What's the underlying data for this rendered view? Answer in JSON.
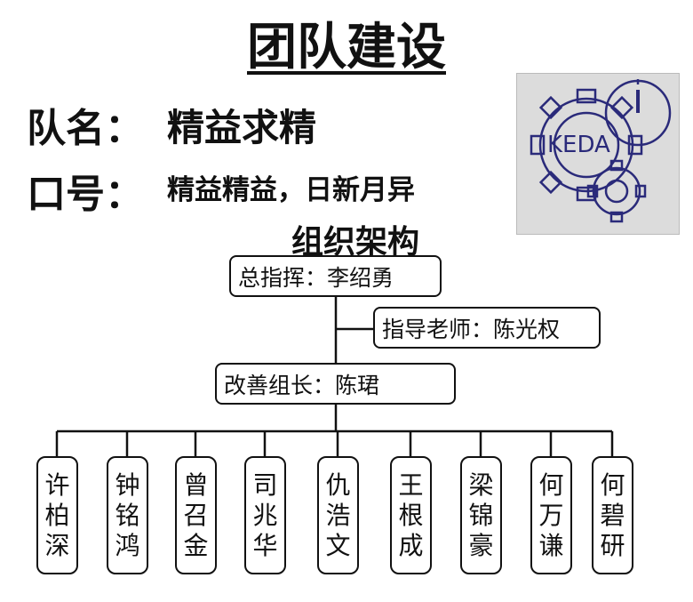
{
  "header": {
    "title": "团队建设"
  },
  "team": {
    "name_label": "队名：",
    "name_value": "精益求精",
    "slogan_label": "口号：",
    "slogan_value": "精益精益，日新月异"
  },
  "logo": {
    "text": "KEDA",
    "icon": "gear-clock-logo"
  },
  "org": {
    "title": "组织架构",
    "commander": "总指挥：李绍勇",
    "advisor": "指导老师：陈光权",
    "leader": "改善组长：陈珺",
    "members": [
      [
        "许",
        "柏",
        "深"
      ],
      [
        "钟",
        "铭",
        "鸿"
      ],
      [
        "曾",
        "召",
        "金"
      ],
      [
        "司",
        "兆",
        "华"
      ],
      [
        "仇",
        "浩",
        "文"
      ],
      [
        "王",
        "根",
        "成"
      ],
      [
        "梁",
        "锦",
        "豪"
      ],
      [
        "何",
        "万",
        "谦"
      ],
      [
        "何",
        "碧",
        "研"
      ]
    ]
  }
}
